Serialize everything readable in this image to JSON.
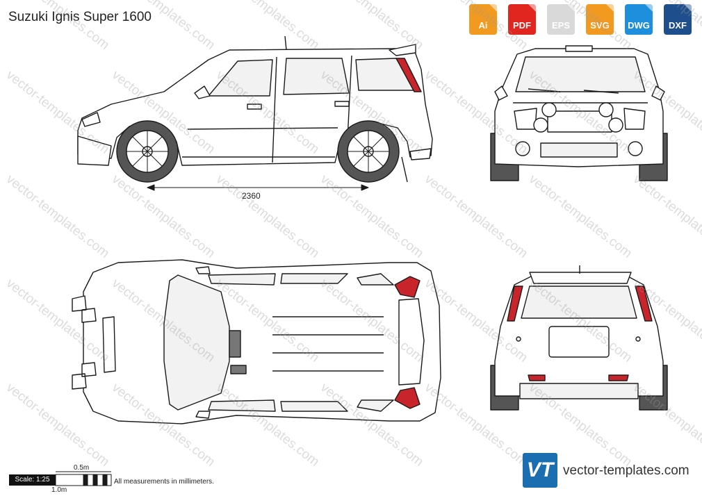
{
  "title": "Suzuki Ignis Super 1600",
  "formats": [
    {
      "label": "Ai",
      "color": "#f29a1f",
      "icon": "ai-file-icon"
    },
    {
      "label": "PDF",
      "color": "#e0261f",
      "icon": "pdf-file-icon"
    },
    {
      "label": "EPS",
      "color": "#d9d9d9",
      "icon": "eps-file-icon"
    },
    {
      "label": "SVG",
      "color": "#f29a1f",
      "icon": "svg-file-icon"
    },
    {
      "label": "DWG",
      "color": "#1e8fdc",
      "icon": "dwg-file-icon"
    },
    {
      "label": "DXF",
      "color": "#1f4e8c",
      "icon": "dxf-file-icon"
    }
  ],
  "watermark": "vector-templates.com",
  "dimension": {
    "wheelbase": "2360"
  },
  "scale": {
    "label": "Scale: 1:25",
    "half": "0.5m",
    "full": "1.0m"
  },
  "note": "All measurements in millimeters.",
  "logo": {
    "mark": "VT",
    "text": "vector-templates.com",
    "color": "#1b6fb0"
  },
  "colors": {
    "taillight": "#c8242b",
    "outline": "#1a1a1a",
    "body": "#ffffff",
    "glass": "#f2f2f2",
    "tyre": "#555555"
  }
}
